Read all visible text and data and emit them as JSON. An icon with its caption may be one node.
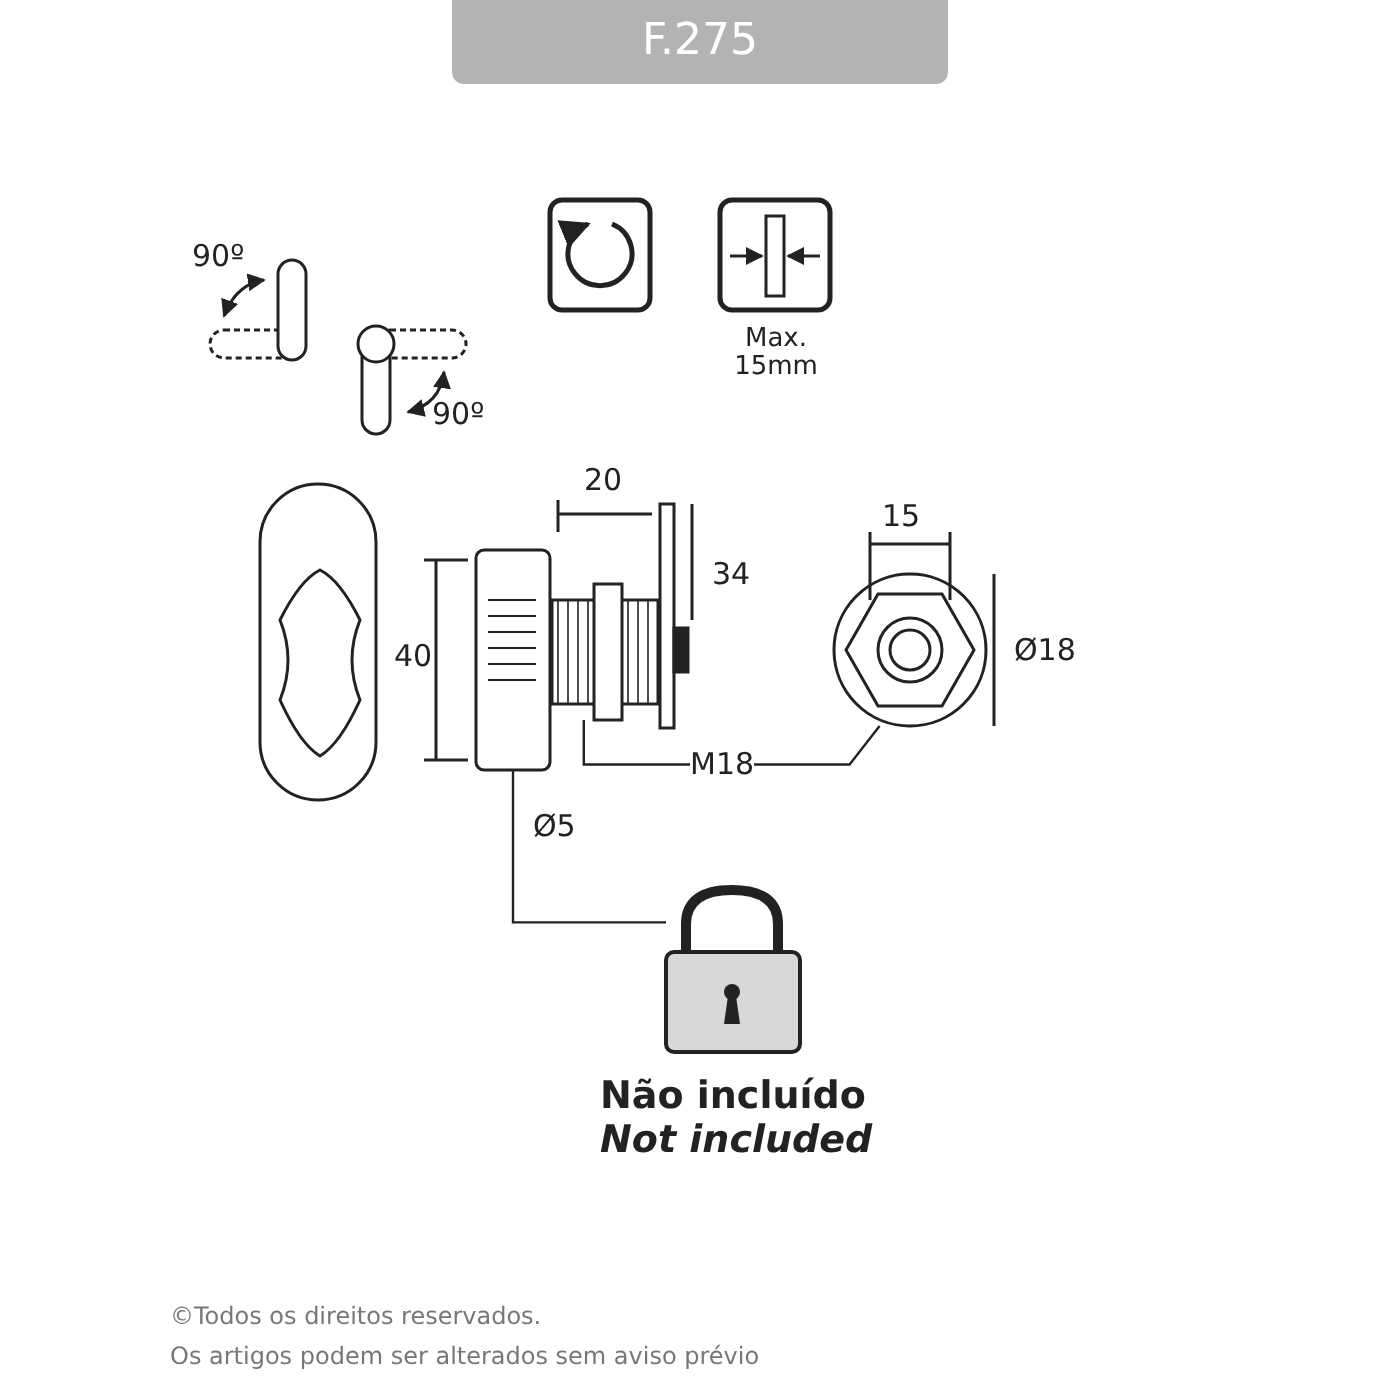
{
  "diagram": {
    "title": "F.275",
    "nodes": [
      {
        "text": [],
        "shape": "picture"
      },
      {
        "text": [],
        "shape": "picture"
      },
      {
        "text": [
          "M18"
        ]
      },
      {
        "text": [],
        "shape": "picture"
      },
      {
        "text": [],
        "shape": "picture",
        "beside": [
          "Não incluído",
          "Not included"
        ]
      }
    ],
    "edges": [
      {
        "from": 2,
        "to": 1,
        "arrow": "none"
      },
      {
        "from": 2,
        "to": 3,
        "arrow": "none"
      },
      {
        "from": 0,
        "to": 4,
        "arrow": "none",
        "label": "Ø5"
      }
    ],
    "labels": [
      "90º",
      "90º",
      "Max. 15mm",
      "20",
      "34",
      "40",
      "15",
      "Ø18",
      "©Todos os direitos reservados.",
      "Os artigos podem ser alterados sem aviso prévio"
    ]
  }
}
